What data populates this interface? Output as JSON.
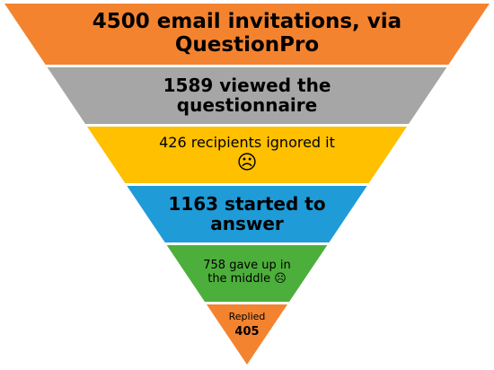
{
  "funnel": {
    "levels": [
      {
        "lines": [
          "4500 email invitations, via",
          "QuestionPro"
        ],
        "color": "#F4832F"
      },
      {
        "lines": [
          "1589 viewed the",
          "questionnaire"
        ],
        "color": "#A6A6A6"
      },
      {
        "lines": [
          "426 recipients ignored it",
          "☹"
        ],
        "color": "#FFC000"
      },
      {
        "lines": [
          "1163 started to",
          "answer"
        ],
        "color": "#1F9BD7"
      },
      {
        "lines": [
          "758 gave up in",
          "the middle ☹"
        ],
        "color": "#4DAF3B"
      },
      {
        "lines": [
          "Replied",
          "405"
        ],
        "color": "#F4832F"
      }
    ]
  }
}
